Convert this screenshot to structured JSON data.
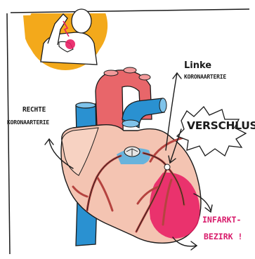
{
  "labels": {
    "linke_line1": "Linke",
    "linke_line2": "KORONAARTERIE",
    "rechte_line1": "RECHTE",
    "rechte_line2": "KORONAARTERIE",
    "verschluss": "VERSCHLUSS",
    "infarkt_line1": "INFARKT-",
    "infarkt_line2": "BEZIRK !"
  },
  "colors": {
    "outline": "#1b1b1b",
    "aorta": "#e8666a",
    "vena_cava": "#2a91d1",
    "heart_body": "#f4c4b2",
    "artery": "#b5433f",
    "infarct": "#e81e63",
    "sun": "#f3a91b",
    "text_infarct": "#d81b6b"
  }
}
